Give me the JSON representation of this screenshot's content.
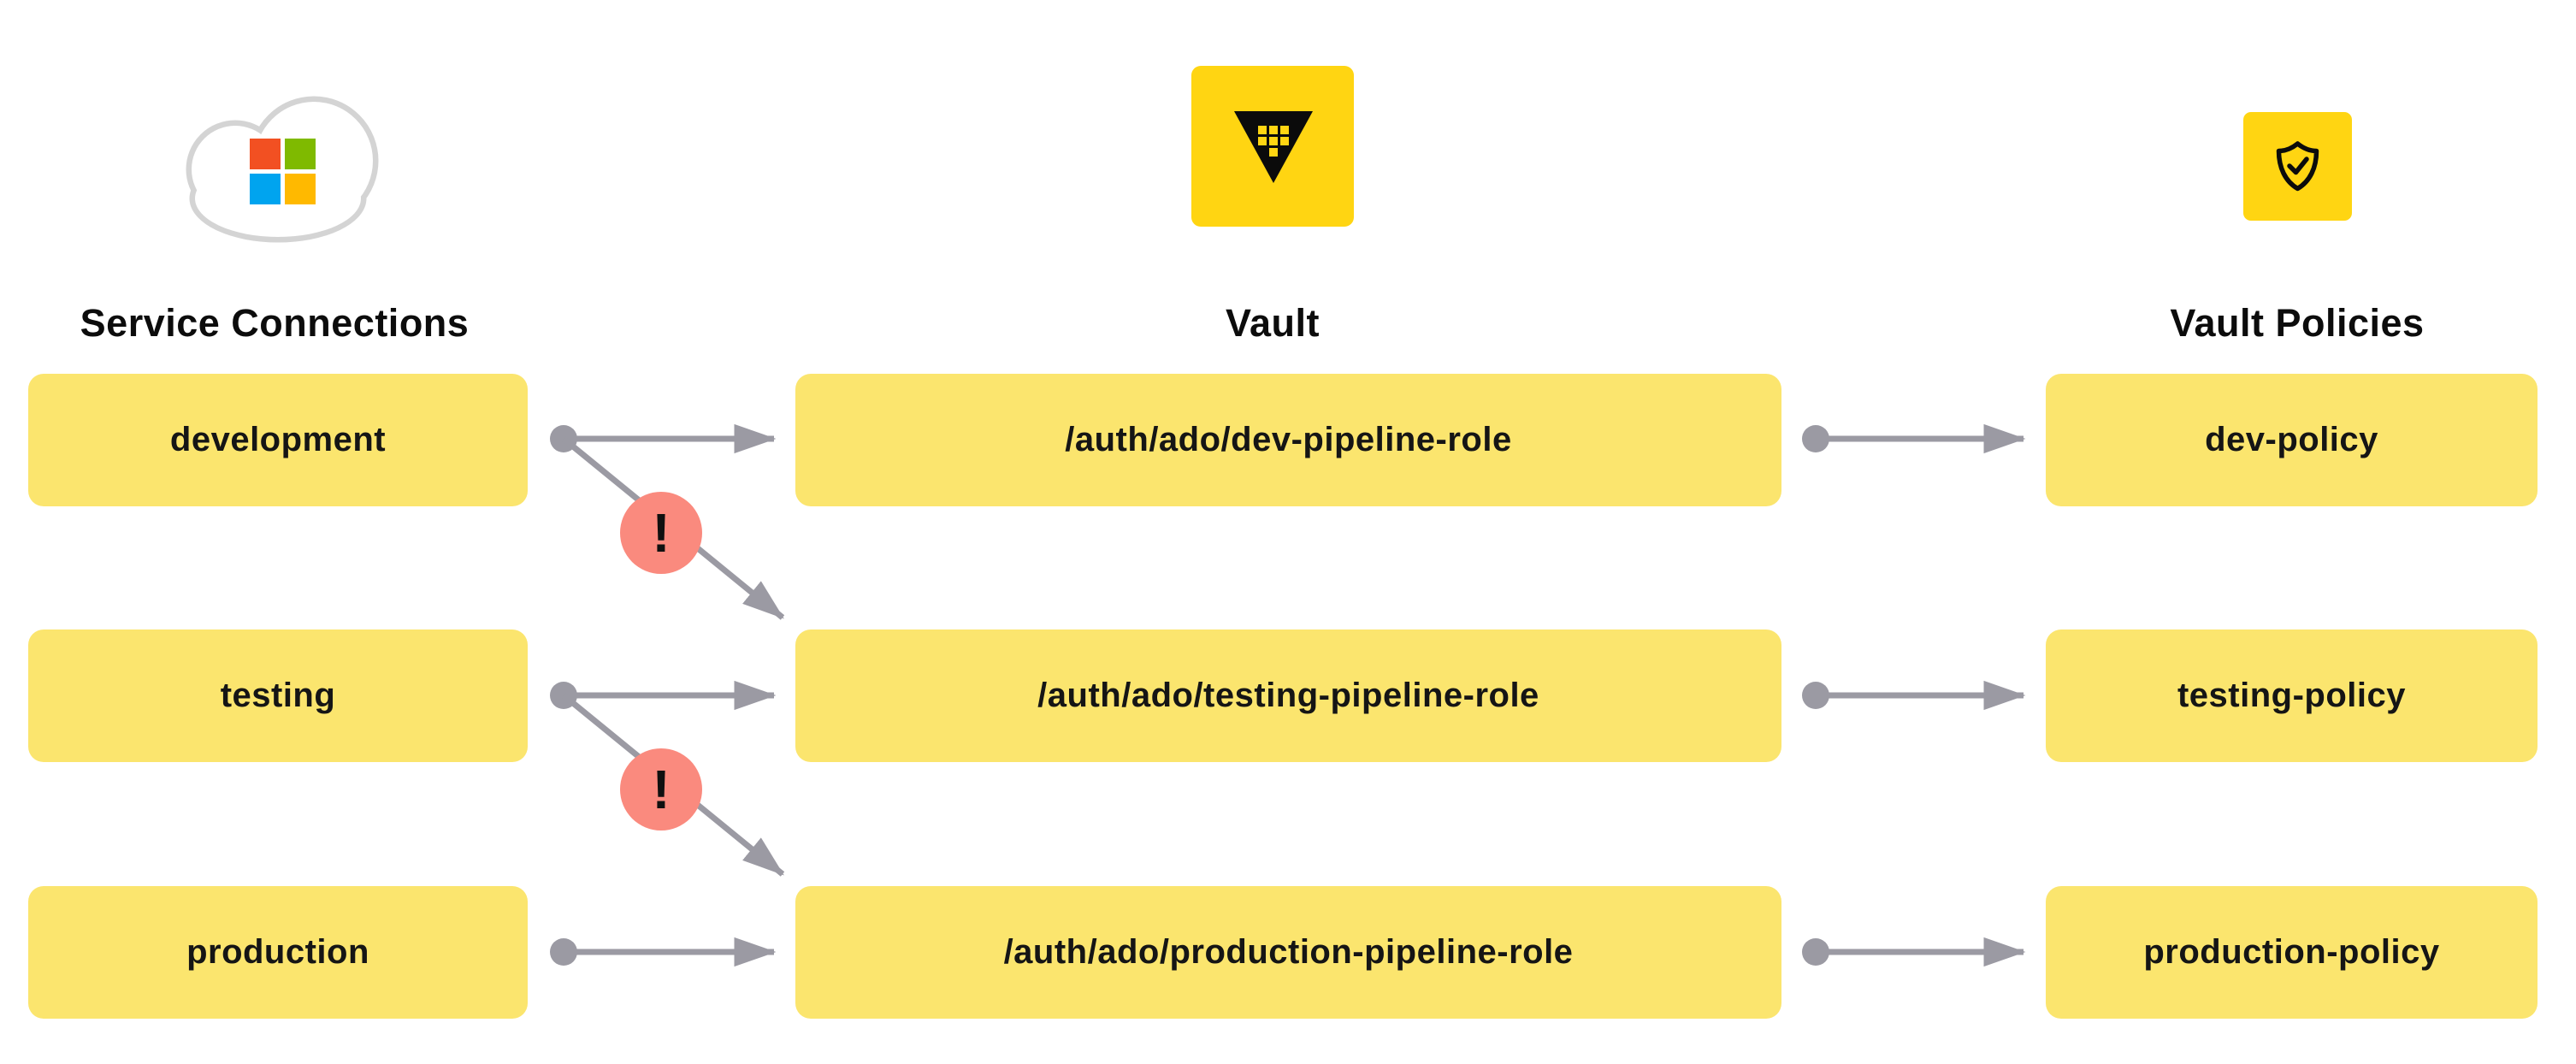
{
  "columns": {
    "service_connections": {
      "title": "Service Connections",
      "icon": "microsoft-cloud-icon",
      "items": [
        "development",
        "testing",
        "production"
      ]
    },
    "vault": {
      "title": "Vault",
      "icon": "vault-logo-icon",
      "items": [
        "/auth/ado/dev-pipeline-role",
        "/auth/ado/testing-pipeline-role",
        "/auth/ado/production-pipeline-role"
      ]
    },
    "vault_policies": {
      "title": "Vault Policies",
      "icon": "shield-check-icon",
      "items": [
        "dev-policy",
        "testing-policy",
        "production-policy"
      ]
    }
  },
  "edges": [
    {
      "from": "development",
      "to": "/auth/ado/dev-pipeline-role",
      "status": "ok"
    },
    {
      "from": "development",
      "to": "/auth/ado/testing-pipeline-role",
      "status": "warning"
    },
    {
      "from": "testing",
      "to": "/auth/ado/testing-pipeline-role",
      "status": "ok"
    },
    {
      "from": "testing",
      "to": "/auth/ado/production-pipeline-role",
      "status": "warning"
    },
    {
      "from": "production",
      "to": "/auth/ado/production-pipeline-role",
      "status": "ok"
    },
    {
      "from": "/auth/ado/dev-pipeline-role",
      "to": "dev-policy",
      "status": "ok"
    },
    {
      "from": "/auth/ado/testing-pipeline-role",
      "to": "testing-policy",
      "status": "ok"
    },
    {
      "from": "/auth/ado/production-pipeline-role",
      "to": "production-policy",
      "status": "ok"
    }
  ],
  "warnings": {
    "symbol": "!",
    "count": 2
  },
  "colors": {
    "node_fill": "#FBE56E",
    "vault_brand": "#FFD512",
    "warning_fill": "#FA8A7E",
    "arrow": "#9B9AA3",
    "cloud_outline": "#D4D4D4",
    "ms_red": "#F25022",
    "ms_green": "#7FBA00",
    "ms_blue": "#00A4EF",
    "ms_yellow": "#FFB900",
    "icon_ink": "#0B0B0B"
  }
}
